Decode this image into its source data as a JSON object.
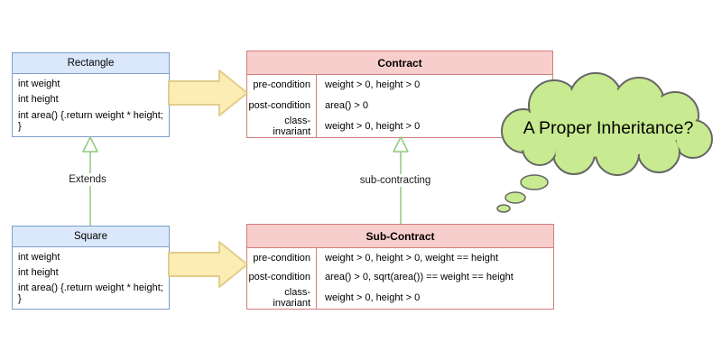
{
  "diagram": {
    "classes": [
      {
        "title": "Rectangle",
        "rows": [
          "int weight",
          "int height",
          "int area() {.return weight * height; }"
        ]
      },
      {
        "title": "Square",
        "rows": [
          "int weight",
          "int height",
          "int area() {.return weight * height; }"
        ]
      }
    ],
    "contracts": [
      {
        "title": "Contract",
        "rows": [
          {
            "label": "pre-condition",
            "value": "weight > 0, height > 0"
          },
          {
            "label": "post-condition",
            "value": "area() > 0"
          },
          {
            "label": "class-invariant",
            "value": "weight > 0, height > 0"
          }
        ]
      },
      {
        "title": "Sub-Contract",
        "rows": [
          {
            "label": "pre-condition",
            "value": "weight > 0, height > 0, weight == height"
          },
          {
            "label": "post-condition",
            "value": "area() > 0, sqrt(area()) == weight == height"
          },
          {
            "label": "class-invariant",
            "value": "weight > 0, height > 0"
          }
        ]
      }
    ],
    "connectors": {
      "extends_label": "Extends",
      "subcontracting_label": "sub-contracting"
    },
    "thought_bubble": {
      "text": "A Proper Inheritance?"
    },
    "colors": {
      "class_fill": "#dbe8fc",
      "class_border": "#7d9ecb",
      "contract_fill": "#f8cecc",
      "contract_border": "#d07f7a",
      "arrow_fill": "#fbedb4",
      "arrow_border": "#e3cc8b",
      "inheritance_green": "#90c97d",
      "cloud_fill": "#c8ea90",
      "cloud_border": "#666666"
    }
  }
}
